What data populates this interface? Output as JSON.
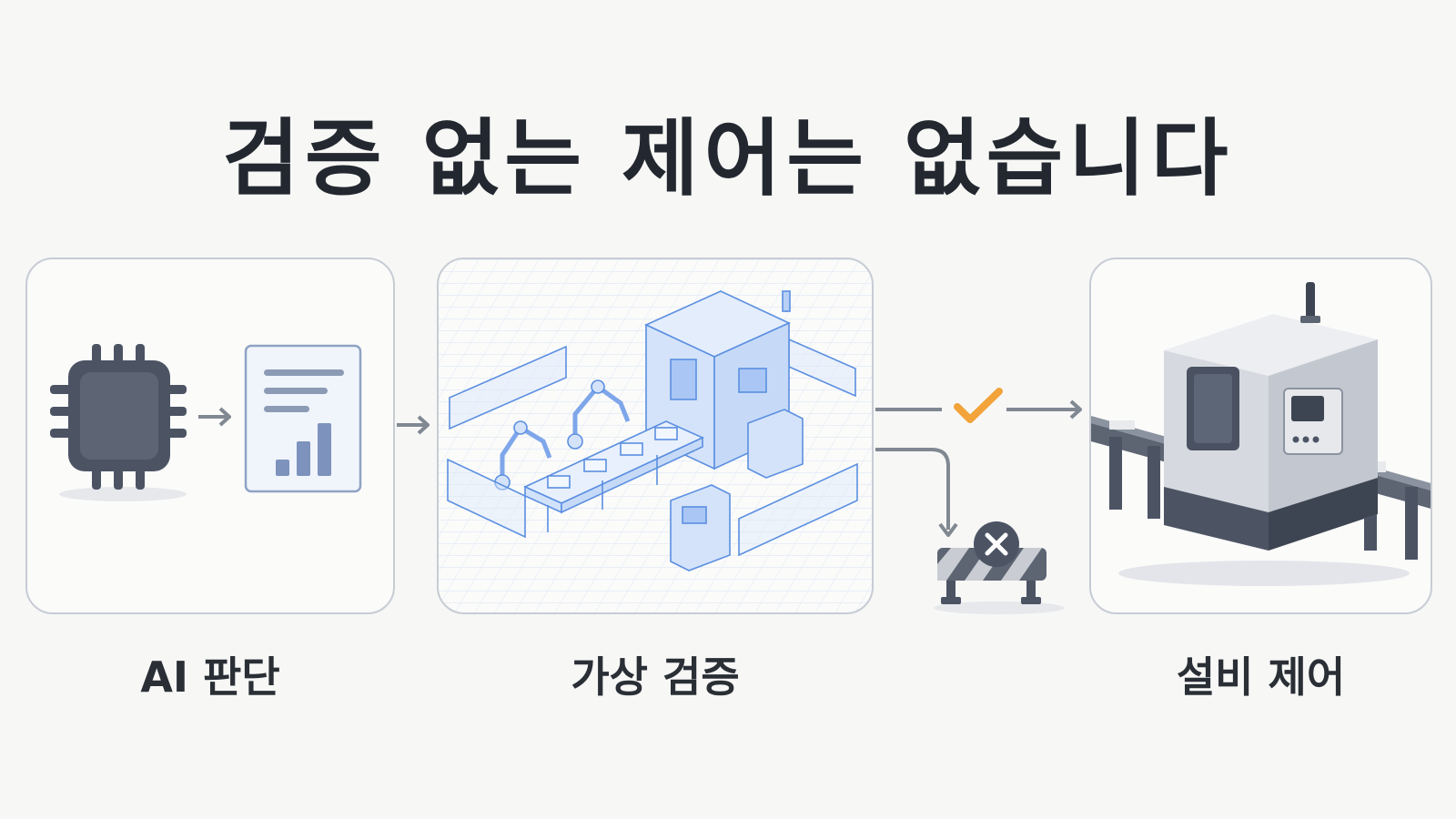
{
  "headline": "검증 없는 제어는 없습니다",
  "steps": [
    {
      "label": "AI 판단"
    },
    {
      "label": "가상 검증"
    },
    {
      "label": "설비 제어"
    }
  ],
  "icons": [
    "chip-icon",
    "report-chart-icon",
    "digital-twin-factory-icon",
    "check-icon",
    "blocked-barrier-icon",
    "industrial-machine-icon"
  ],
  "colors": {
    "accent_check": "#f2a33a",
    "blueprint": "#5b8fe0",
    "arrow": "#808892",
    "dark": "#4c5464"
  }
}
